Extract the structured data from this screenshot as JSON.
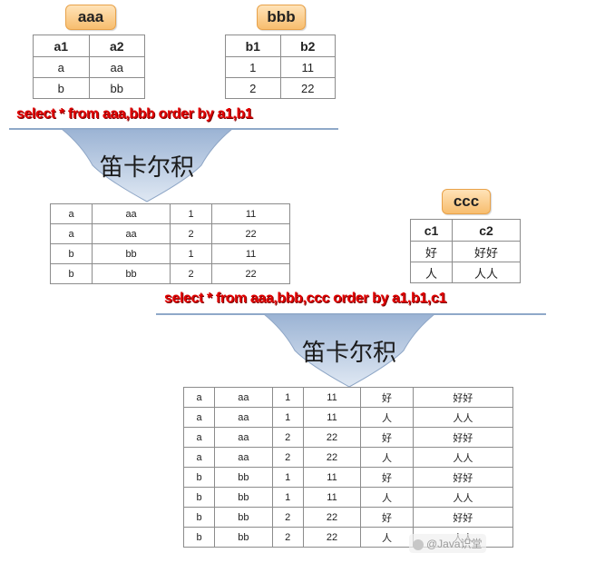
{
  "tables": {
    "aaa": {
      "name": "aaa",
      "headers": [
        "a1",
        "a2"
      ],
      "rows": [
        [
          "a",
          "aa"
        ],
        [
          "b",
          "bb"
        ]
      ]
    },
    "bbb": {
      "name": "bbb",
      "headers": [
        "b1",
        "b2"
      ],
      "rows": [
        [
          "1",
          "11"
        ],
        [
          "2",
          "22"
        ]
      ]
    },
    "ccc": {
      "name": "ccc",
      "headers": [
        "c1",
        "c2"
      ],
      "rows": [
        [
          "好",
          "好好"
        ],
        [
          "人",
          "人人"
        ]
      ]
    }
  },
  "query1": "select * from aaa,bbb order by a1,b1",
  "query2": "select * from aaa,bbb,ccc order by a1,b1,c1",
  "arrow_label": "笛卡尔积",
  "product_ab": [
    [
      "a",
      "aa",
      "1",
      "11"
    ],
    [
      "a",
      "aa",
      "2",
      "22"
    ],
    [
      "b",
      "bb",
      "1",
      "11"
    ],
    [
      "b",
      "bb",
      "2",
      "22"
    ]
  ],
  "product_abc": [
    [
      "a",
      "aa",
      "1",
      "11",
      "好",
      "好好"
    ],
    [
      "a",
      "aa",
      "1",
      "11",
      "人",
      "人人"
    ],
    [
      "a",
      "aa",
      "2",
      "22",
      "好",
      "好好"
    ],
    [
      "a",
      "aa",
      "2",
      "22",
      "人",
      "人人"
    ],
    [
      "b",
      "bb",
      "1",
      "11",
      "好",
      "好好"
    ],
    [
      "b",
      "bb",
      "1",
      "11",
      "人",
      "人人"
    ],
    [
      "b",
      "bb",
      "2",
      "22",
      "好",
      "好好"
    ],
    [
      "b",
      "bb",
      "2",
      "22",
      "人",
      "人人"
    ]
  ],
  "watermark": "@Java识堂",
  "colors": {
    "query_text": "#e20000",
    "tag_fill": "#f7bd6e",
    "arrow_fill": "#b3c7e0",
    "divider": "#8fa9c9"
  }
}
